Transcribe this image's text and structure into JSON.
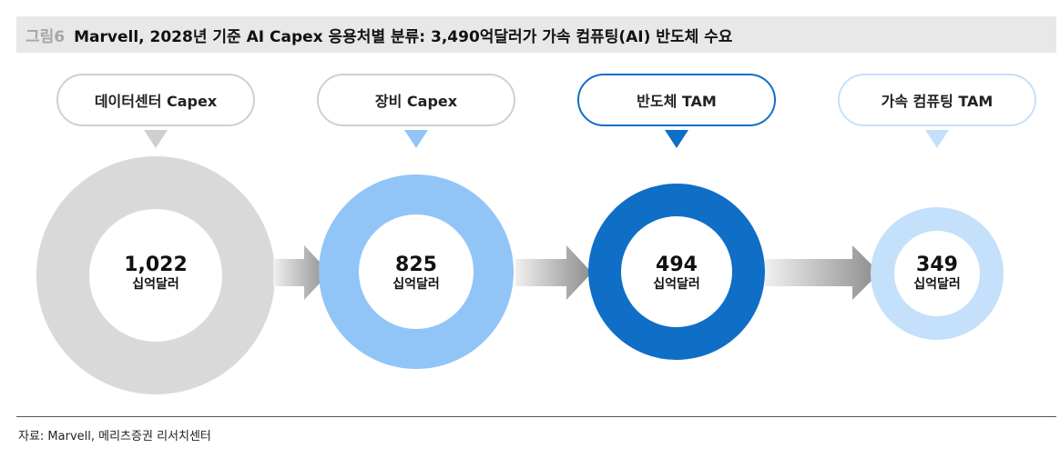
{
  "figure": {
    "label": "그림6",
    "title": "Marvell, 2028년 기준 AI Capex 응용처별 분류: 3,490억달러가 가속 컴퓨팅(AI) 반도체 수요"
  },
  "stages": [
    {
      "label": "데이터센터 Capex",
      "value": "1,022",
      "unit": "십억달러",
      "color": "#d9d9d9"
    },
    {
      "label": "장비 Capex",
      "value": "825",
      "unit": "십억달러",
      "color": "#92c5f7"
    },
    {
      "label": "반도체 TAM",
      "value": "494",
      "unit": "십억달러",
      "color": "#0f6ec6"
    },
    {
      "label": "가속 컴퓨팅 TAM",
      "value": "349",
      "unit": "십억달러",
      "color": "#c5e0fa"
    }
  ],
  "source": "자료: Marvell, 메리츠증권 리서치센터"
}
